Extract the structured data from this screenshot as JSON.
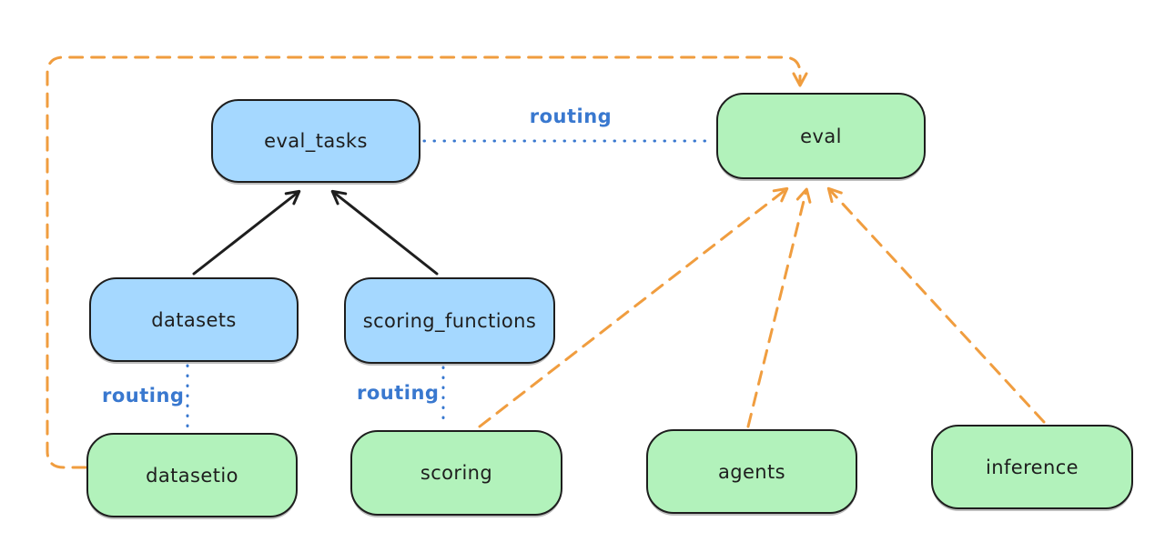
{
  "diagram": {
    "nodes": [
      {
        "id": "eval_tasks",
        "label": "eval_tasks",
        "fill": "blue"
      },
      {
        "id": "eval",
        "label": "eval",
        "fill": "green"
      },
      {
        "id": "datasets",
        "label": "datasets",
        "fill": "blue"
      },
      {
        "id": "scoring_functions",
        "label": "scoring_functions",
        "fill": "blue"
      },
      {
        "id": "datasetio",
        "label": "datasetio",
        "fill": "green"
      },
      {
        "id": "scoring",
        "label": "scoring",
        "fill": "green"
      },
      {
        "id": "agents",
        "label": "agents",
        "fill": "green"
      },
      {
        "id": "inference",
        "label": "inference",
        "fill": "green"
      }
    ],
    "edges": [
      {
        "from": "datasets",
        "to": "eval_tasks",
        "style": "solid_arrow"
      },
      {
        "from": "scoring_functions",
        "to": "eval_tasks",
        "style": "solid_arrow"
      },
      {
        "from": "eval_tasks",
        "to": "eval",
        "style": "dotted",
        "label": "routing"
      },
      {
        "from": "datasets",
        "to": "datasetio",
        "style": "dotted",
        "label": "routing"
      },
      {
        "from": "scoring_functions",
        "to": "scoring",
        "style": "dotted",
        "label": "routing"
      },
      {
        "from": "datasetio",
        "to": "eval",
        "style": "dashed_arrow"
      },
      {
        "from": "scoring",
        "to": "eval",
        "style": "dashed_arrow"
      },
      {
        "from": "agents",
        "to": "eval",
        "style": "dashed_arrow"
      },
      {
        "from": "inference",
        "to": "eval",
        "style": "dashed_arrow"
      }
    ],
    "colors": {
      "node_border": "#1e1e1e",
      "blue_node_fill": "#a5d8ff",
      "green_node_fill": "#b2f2bb",
      "routing_blue": "#3978cf",
      "dependency_orange": "#f09d3f",
      "text": "#1e1e1e",
      "background": "#ffffff"
    }
  }
}
